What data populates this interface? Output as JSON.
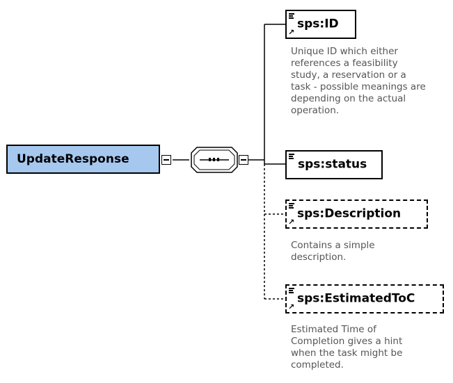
{
  "root": {
    "label": "UpdateResponse"
  },
  "compositor": {
    "kind": "sequence",
    "icon": "sequence-icon"
  },
  "children": [
    {
      "label": "sps:ID",
      "optional": false,
      "reference": true,
      "description": "Unique ID which either\nreferences a feasibility\nstudy, a reservation or a\ntask - possible meanings are\ndepending on the actual\noperation."
    },
    {
      "label": "sps:status",
      "optional": false,
      "reference": false,
      "description": ""
    },
    {
      "label": "sps:Description",
      "optional": true,
      "reference": true,
      "description": "Contains a simple\ndescription."
    },
    {
      "label": "sps:EstimatedToC",
      "optional": true,
      "reference": true,
      "description": "Estimated Time of\nCompletion gives a hint\nwhen the task might be\ncompleted."
    }
  ],
  "colors": {
    "root_fill": "#a6c8ef",
    "shadow": "#9a9a9a",
    "description_text": "#555555",
    "line": "#000000"
  }
}
